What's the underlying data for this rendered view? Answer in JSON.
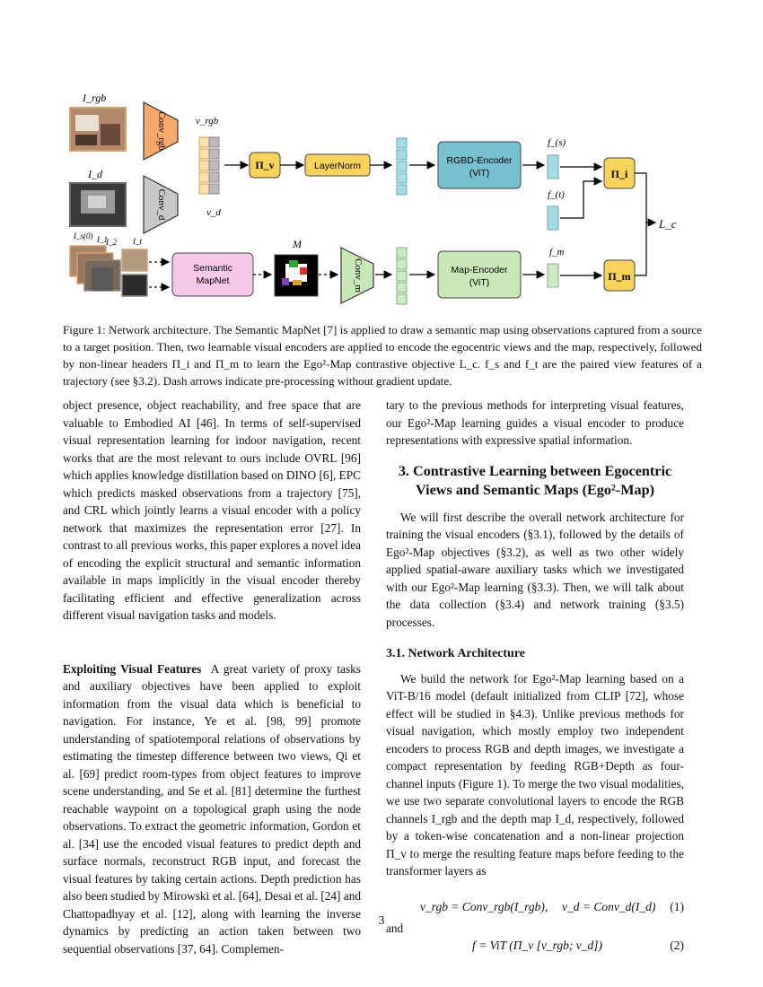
{
  "figure": {
    "labels": {
      "i_rgb": "I_rgb",
      "i_d": "I_d",
      "i_s0": "I_s(0)",
      "i_1": "I_1",
      "i_2": "I_2",
      "i_t": "I_t",
      "conv_rgb": "Conv_rgb",
      "conv_d": "Conv_d",
      "conv_m": "Conv_m",
      "v_rgb": "v_rgb",
      "v_d": "v_d",
      "pi_v": "Π_v",
      "layernorm": "LayerNorm",
      "rgbd_encoder_l1": "RGBD-Encoder",
      "rgbd_encoder_l2": "(ViT)",
      "map_encoder_l1": "Map-Encoder",
      "map_encoder_l2": "(ViT)",
      "semantic_mapnet_l1": "Semantic",
      "semantic_mapnet_l2": "MapNet",
      "m": "M",
      "f_s": "f_(s)",
      "f_t": "f_(t)",
      "f_m": "f_m",
      "pi_i": "Π_i",
      "pi_m": "Π_m",
      "l_c": "L_c"
    },
    "colors": {
      "orange": "#f6a96b",
      "gray": "#c8c8c8",
      "yellow": "#fad35a",
      "blue": "#76c0d0",
      "green": "#c8e8b8",
      "pink": "#f8c8e8",
      "cyan_token": "#a6dce6",
      "green_token": "#cde9c6"
    }
  },
  "caption": "Figure 1: Network architecture. The Semantic MapNet [7] is applied to draw a semantic map using observations captured from a source to a target position. Then, two learnable visual encoders are applied to encode the egocentric views and the map, respectively, followed by non-linear headers Π_i and Π_m to learn the Ego²-Map contrastive objective L_c. f_s and f_t are the paired view features of a trajectory (see §3.2). Dash arrows indicate pre-processing without gradient update.",
  "left": {
    "para1": "object presence, object reachability, and free space that are valuable to Embodied AI [46]. In terms of self-supervised visual representation learning for indoor navigation, recent works that are the most relevant to ours include OVRL [96] which applies knowledge distillation based on DINO [6], EPC which predicts masked observations from a trajectory [75], and CRL which jointly learns a visual encoder with a policy network that maximizes the representation error [27]. In contrast to all previous works, this paper explores a novel idea of encoding the explicit structural and semantic information available in maps implicitly in the visual encoder thereby facilitating efficient and effective generalization across different visual navigation tasks and models.",
    "runin_heading": "Exploiting Visual Features",
    "para2": "A great variety of proxy tasks and auxiliary objectives have been applied to exploit information from the visual data which is beneficial to navigation. For instance, Ye et al. [98, 99] promote understanding of spatiotemporal relations of observations by estimating the timestep difference between two views, Qi et al. [69] predict room-types from object features to improve scene understanding, and Se et al. [81] determine the furthest reachable waypoint on a topological graph using the node observations. To extract the geometric information, Gordon et al. [34] use the encoded visual features to predict depth and surface normals, reconstruct RGB input, and forecast the visual features by taking certain actions. Depth prediction has also been studied by Mirowski et al. [64], Desai et al. [24] and Chattopadhyay et al. [12], along with learning the inverse dynamics by predicting an action taken between two sequential observations [37, 64]. Complemen-"
  },
  "right": {
    "para0": "tary to the previous methods for interpreting visual features, our Ego²-Map learning guides a visual encoder to produce representations with expressive spatial information.",
    "section_heading": "3. Contrastive Learning between Egocentric Views and Semantic Maps (Ego²-Map)",
    "para1": "We will first describe the overall network architecture for training the visual encoders (§3.1), followed by the details of Ego²-Map objectives (§3.2), as well as two other widely applied spatial-aware auxiliary tasks which we investigated with our Ego²-Map learning (§3.3). Then, we will talk about the data collection (§3.4) and network training (§3.5) processes.",
    "subsection_heading": "3.1. Network Architecture",
    "para2": "We build the network for Ego²-Map learning based on a ViT-B/16 model (default initialized from CLIP [72], whose effect will be studied in §4.3). Unlike previous methods for visual navigation, which mostly employ two independent encoders to process RGB and depth images, we investigate a compact representation by feeding RGB+Depth as four-channel inputs (Figure 1). To merge the two visual modalities, we use two separate convolutional layers to encode the RGB channels I_rgb and the depth map I_d, respectively, followed by a token-wise concatenation and a non-linear projection Π_v to merge the resulting feature maps before feeding to the transformer layers as",
    "eq1_left": "v_rgb = Conv_rgb(I_rgb),",
    "eq1_right": "v_d = Conv_d(I_d)",
    "eq1_num": "(1)",
    "and": "and",
    "eq2": "f = ViT (Π_v [v_rgb; v_d])",
    "eq2_num": "(2)"
  },
  "page_number": "3"
}
